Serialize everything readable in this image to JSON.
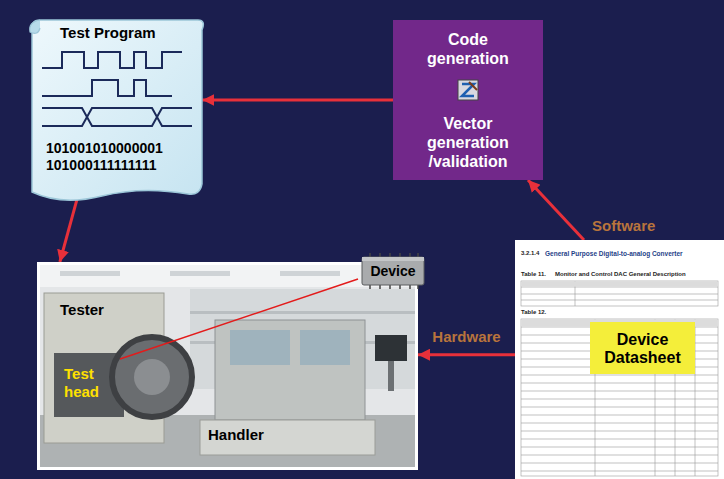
{
  "diagram": {
    "nodes": [
      {
        "text": [
          "Test Program",
          "101001010000001 101000111111111"
        ]
      },
      {
        "text": [
          "Code generation",
          "Vector generation /validation"
        ]
      },
      {
        "text": [
          "Tester",
          "Test head",
          "Handler"
        ]
      },
      {
        "text": [
          "Device"
        ],
        "in": 2
      },
      {
        "text": [
          "3.2.1.4",
          "General Purpose Digital-to-analog Converter",
          "Table 11.",
          "Monitor and Control DAC General Description",
          "Table 12."
        ]
      },
      {
        "text": [
          "Device Datasheet"
        ],
        "in": 4
      }
    ],
    "edges": [
      {
        "from": 1,
        "to": 0,
        "arrow": "to"
      },
      {
        "from": 0,
        "to": 2,
        "arrow": "to"
      },
      {
        "from": 4,
        "to": 1,
        "arrow": "to",
        "label": "Software"
      },
      {
        "from": 4,
        "to": 2,
        "arrow": "to",
        "label": "Hardware"
      }
    ]
  }
}
